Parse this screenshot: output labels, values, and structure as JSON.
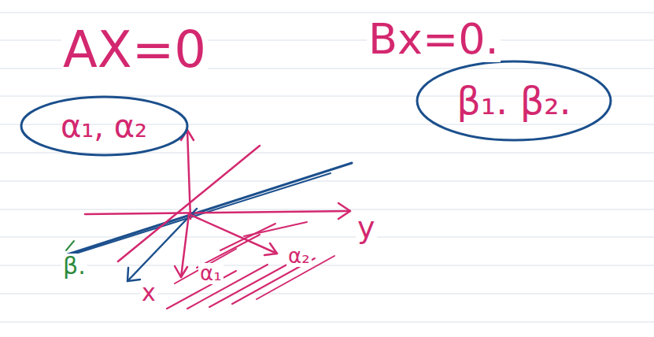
{
  "diagram": {
    "nodes": [
      {
        "text": [
          "α₁, α₂"
        ]
      },
      {
        "text": [
          "β₁. β₂."
        ]
      }
    ],
    "labels": [
      "AX=0",
      "Bx=0.",
      "y",
      "x",
      "α₁",
      "α₂",
      "β."
    ]
  }
}
